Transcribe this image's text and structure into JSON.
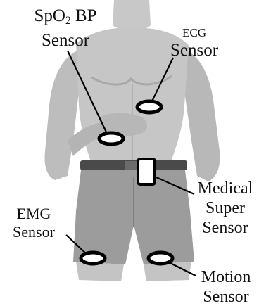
{
  "labels": {
    "spo2_bp": {
      "line1_pre": "SpO",
      "line1_sub": "2",
      "line1_post": " BP",
      "line2": "Sensor"
    },
    "ecg": {
      "line1": "ECG",
      "line2": "Sensor"
    },
    "medical": {
      "line1": "Medical",
      "line2": "Super",
      "line3": "Sensor"
    },
    "emg": {
      "line1": "EMG",
      "line2": "Sensor"
    },
    "motion": {
      "line1": "Motion",
      "line2": "Sensor"
    }
  },
  "colors": {
    "skin": "#c4c4c4",
    "skin_shade": "#a9a9a9",
    "shorts": "#9c9c9c",
    "belt": "#4a4a4a",
    "sensor_ring": "#000000",
    "sensor_fill": "#ffffff",
    "text": "#111111"
  }
}
